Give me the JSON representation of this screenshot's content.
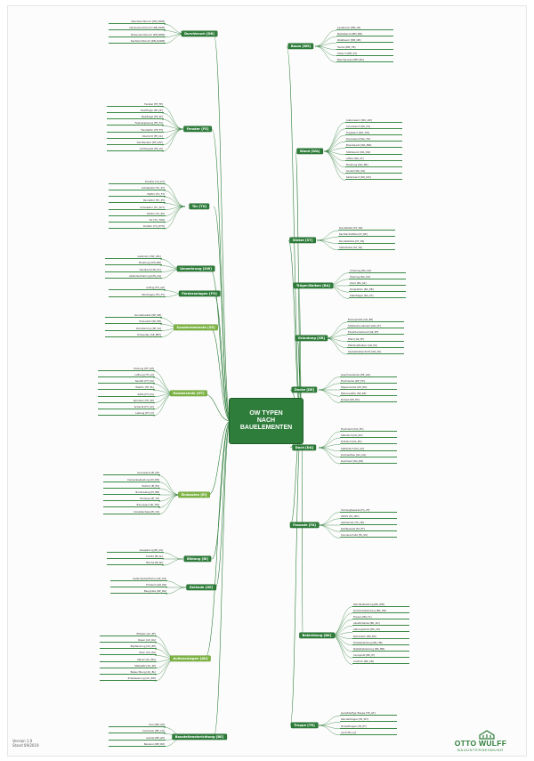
{
  "title": [
    "OW TYPEN",
    "NACH",
    "BAUELEMENTEN"
  ],
  "version_lines": [
    "Version 1.0",
    "Stand 09/2019"
  ],
  "company": {
    "name": "OTTO WULFF",
    "tagline": "BAUUNTERNEHMUNG"
  },
  "colors": {
    "primary": "#2e7d3a",
    "secondary": "#7cb342",
    "line": "#2e7d3a"
  },
  "left_branches": [
    {
      "label": "Durchbruch [DB]",
      "leaves": [
        "Wanddurchbruch [DB_WDB]",
        "Deckendurchbruch [DB_DDB]",
        "Bodendurchbruch [DB_BDB]",
        "Dachdurchbruch [DB_DADB]"
      ]
    },
    {
      "label": "Fenster [FE]",
      "leaves": [
        "Fenster [FE_FE]",
        "Drehflügel [FE_DF]",
        "Kippflügel [FE_KF]",
        "Festverglasung [FE_FV]",
        "Fenstertür [FE_FT]",
        "Oberlicht [FE_OL]",
        "Dachfenster [FE_DAF]",
        "Lichtkuppel [FE_LK]"
      ]
    },
    {
      "label": "Tür [TU]",
      "leaves": [
        "Drehtür [TU_DT]",
        "Schiebetür [TU_ST]",
        "Falttür [TU_FT]",
        "Pendeltür [TU_PT]",
        "Schiebetor [TU_SCT]",
        "Rolltor [TU_RT]",
        "Tor [TU_TOR]",
        "Drehtor [TU_DTO]"
      ]
    },
    {
      "label": "Umwehrung [UW]",
      "leaves": [
        "Geländer [UW_GEL]",
        "Brüstung [UW_BR]",
        "Handlauf [UW_HL]",
        "Absturzsicherung [UW_AS]"
      ]
    },
    {
      "label": "Förderanlagen [FO]",
      "leaves": [
        "Aufzug [FO_AZ]",
        "Fahrtreppe [FO_FT]"
      ]
    },
    {
      "label": "Sonderelemente [SE]",
      "leaves": [
        "Sonderbauteil [SE_SB]",
        "Einbauteil [SE_EB]",
        "Verankerung [SE_VA]",
        "Einbauten [SE_EBT]"
      ]
    },
    {
      "label": "Haustechnik [HT]",
      "leaves": [
        "Heizung [HT_HZ]",
        "Lüftung [HT_LU]",
        "Sanitär [HT_SA]",
        "Elektro [HT_EL]",
        "Kälte [HT_KA]",
        "Sprinkler [HT_SP]",
        "Schacht [HT_SC]",
        "Leitung [HT_LT]"
      ]
    },
    {
      "label": "Einbauten [EI]",
      "leaves": [
        "Innenwand [EI_IW]",
        "Deckenbekleidung [EI_DB]",
        "Estrich [EI_ES]",
        "Bodenbelag [EI_BB]",
        "Türzarge [EI_TZ]",
        "Trennwand [EI_TW]",
        "Vorsatzschale [EI_VS]"
      ]
    },
    {
      "label": "Bildung [BI]",
      "leaves": [
        "Aussparung [BI_AS]",
        "Schlitz [BI_SL]",
        "Nische [BI_NI]"
      ]
    },
    {
      "label": "Gelände [GE]",
      "leaves": [
        "Geländeoberfläche [GE_GO]",
        "Erdreich [GE_ER]",
        "Baugrube [GE_BG]"
      ]
    },
    {
      "label": "Außenanlagen [AU]",
      "leaves": [
        "Pflaster [AU_PF]",
        "Rasen [AU_RA]",
        "Bepflanzung [AU_BP]",
        "Zaun [AU_ZA]",
        "Mauer [AU_MA]",
        "Stellplatz [AU_SP]",
        "Beleuchtung [AU_BL]",
        "Entwässerung [AU_EW]"
      ]
    },
    {
      "label": "Baustelleneinrichtung [BE]",
      "leaves": [
        "Kran [BE_KR]",
        "Container [BE_CO]",
        "Gerüst [BE_GE]",
        "Bauzaun [BE_BZ]"
      ]
    }
  ],
  "right_branches": [
    {
      "label": "Baum [BM]",
      "leaves": [
        "Laubbaum [BM_LB]",
        "Nadelbaum [BM_NB]",
        "Obstbaum [BM_OB]",
        "Hecke [BM_HE]",
        "Strauch [BM_ST]",
        "Baumgruppe [BM_BG]"
      ]
    },
    {
      "label": "Wand [WA]",
      "leaves": [
        "Außenwand [WA_AW]",
        "Innenwand [WA_IW]",
        "Tragwand [WA_TW]",
        "Trennwand [WA_TR]",
        "Brandwand [WA_BW]",
        "Stützwand [WA_SW]",
        "Attika [WA_AT]",
        "Brüstung [WA_BR]",
        "Sockel [WA_SO]",
        "Kellerwand [WA_KW]"
      ]
    },
    {
      "label": "Stütze [ST]",
      "leaves": [
        "Rundstütze [ST_RS]",
        "Rechteckstütze [ST_RE]",
        "Pendelstütze [ST_PS]",
        "Stahlstütze [ST_SS]"
      ]
    },
    {
      "label": "Träger/Balken [BA]",
      "leaves": [
        "Unterzug [BA_UZ]",
        "Überzug [BA_ÜZ]",
        "Sturz [BA_SZ]",
        "Ringbalken [BA_RB]",
        "Stahlträger [BA_ST]"
      ]
    },
    {
      "label": "Gründung [GR]",
      "leaves": [
        "Bodenplatte [GR_BP]",
        "Streifenfundament [GR_SF]",
        "Einzelfundament [GR_EF]",
        "Pfahl [GR_PF]",
        "Pfahlkopfbalken [GR_PK]",
        "Sauberkeitsschicht [GR_SK]"
      ]
    },
    {
      "label": "Decke [DE]",
      "leaves": [
        "Geschossdecke [DE_GD]",
        "Flachdecke [DE_FD]",
        "Rippendecke [DE_RD]",
        "Balkonplatte [DE_BP]",
        "Podest [DE_PO]"
      ]
    },
    {
      "label": "Dach [DA]",
      "leaves": [
        "Flachdach [DA_FD]",
        "Steildach [DA_SD]",
        "Pultdach [DA_PD]",
        "Satteldach [DA_SA]",
        "Dachaufbau [DA_DA]",
        "Dachrand [DA_DR]"
      ]
    },
    {
      "label": "Fassade [FA]",
      "leaves": [
        "Vorhangfassade [FA_VF]",
        "WDVS [FA_WD]",
        "Verblender [FA_VB]",
        "Putzfassade [FA_PF]",
        "Sonnenschutz [FA_SS]"
      ]
    },
    {
      "label": "Bekleidung [BK]",
      "leaves": [
        "Wandbekleidung [BK_WB]",
        "Deckenbekleidung [BK_DB]",
        "Fliesen [BK_FL]",
        "Akustikdecke [BK_AD]",
        "Abhangdecke [BK_AH]",
        "Naturstein [BK_NS]",
        "Holzbekleidung [BK_HB]",
        "Metallbekleidung [BK_MB]",
        "Innenputz [BK_IP]",
        "Anstrich [BK_AN]"
      ]
    },
    {
      "label": "Treppe [TR]",
      "leaves": [
        "Geradläufige Treppe [TR_GT]",
        "Wendeltreppe [TR_WT]",
        "Podesttreppe [TR_PT]",
        "Lauf [TR_LA]"
      ]
    }
  ]
}
